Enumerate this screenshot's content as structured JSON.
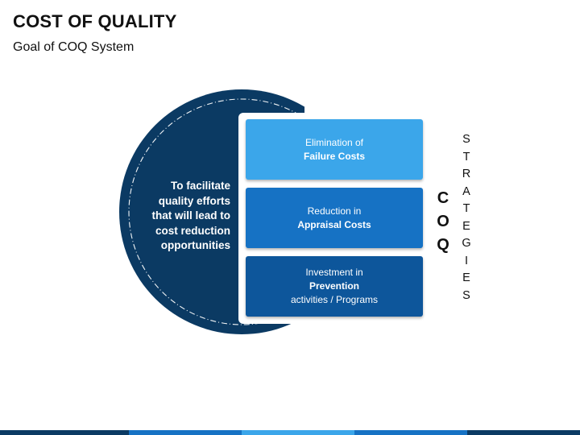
{
  "header": {
    "title": "COST OF QUALITY",
    "subtitle": "Goal of COQ System"
  },
  "goal": {
    "lines": [
      "To facilitate",
      "quality efforts",
      "that will lead to",
      "cost reduction",
      "opportunities"
    ]
  },
  "boxes": [
    {
      "line1": "Elimination of",
      "bold": "Failure Costs",
      "line3": "",
      "color": "#3BA6EA"
    },
    {
      "line1": "Reduction in",
      "bold": "Appraisal Costs",
      "line3": "",
      "color": "#1672C4"
    },
    {
      "line1": "Investment in",
      "bold": "Prevention",
      "line3": "activities / Programs",
      "color": "#0E569B"
    }
  ],
  "coq_letters": [
    "C",
    "O",
    "Q"
  ],
  "strategies_letters": [
    "S",
    "T",
    "R",
    "A",
    "T",
    "E",
    "G",
    "I",
    "E",
    "S"
  ],
  "colors": {
    "circle": "#0B3A63",
    "footer": [
      "#0B3A63",
      "#1672C4",
      "#3BA6EA",
      "#1672C4",
      "#0B3A63"
    ]
  }
}
